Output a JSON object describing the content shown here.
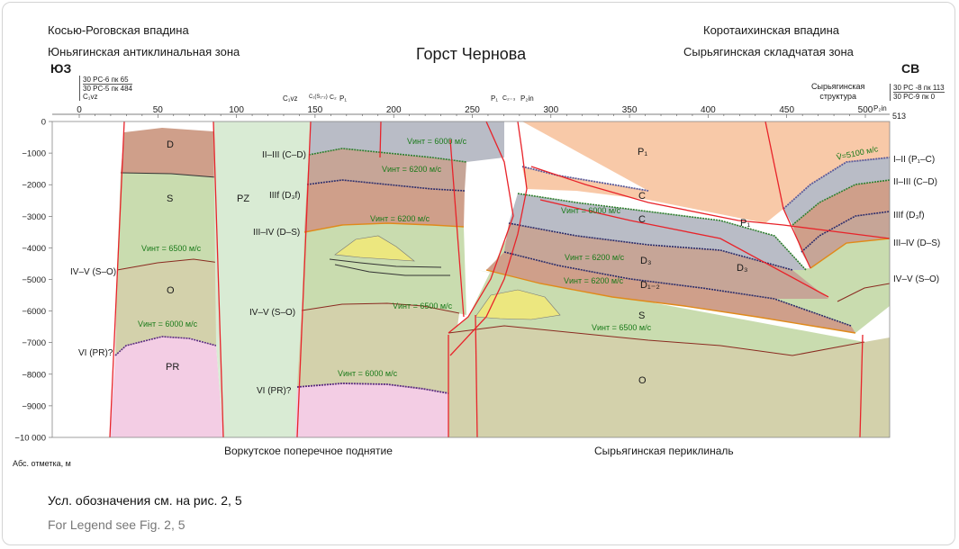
{
  "header": {
    "left_region": "Косью-Роговская впадина",
    "left_zone": "Юньягинская антиклинальная зона",
    "left_dir": "ЮЗ",
    "title": "Горст Чернова",
    "right_region": "Коротаихинская впадина",
    "right_zone": "Сырьягинская складчатая зона",
    "right_dir": "СВ"
  },
  "wells": {
    "left": [
      "30 PC-6 пк 65",
      "30 PC-5 пк 484",
      "C₁vz"
    ],
    "right": [
      "30 PC -8 пк 113",
      "30 PC-9 пк 0",
      "P₂in"
    ],
    "right_end": "513"
  },
  "structure_label": [
    "Сырьягинская",
    "структура"
  ],
  "top_marks": [
    "C₁vz",
    "C₁(S₁-₂)",
    "C₂",
    "P₁",
    "P₁",
    "C₂₋₃",
    "P₂in"
  ],
  "x_ticks": [
    "0",
    "50",
    "100",
    "150",
    "200",
    "250",
    "300",
    "350",
    "400",
    "450",
    "500"
  ],
  "y_ticks": [
    "0",
    "−1000",
    "−2000",
    "−3000",
    "−4000",
    "−5000",
    "−6000",
    "−7000",
    "−8000",
    "−9000",
    "−10 000"
  ],
  "y_axis_label": "Абс. отметка, м",
  "bottom_labels": {
    "left": "Воркутское поперечное поднятие",
    "right": "Сырьягинская периклиналь"
  },
  "horizon_labels": {
    "left_col": [
      "IV–V (S–O)",
      "VI (PR)?"
    ],
    "mid_col": [
      "II–III (C–D)",
      "IIIf (D₃f)",
      "III–IV (D–S)",
      "IV–V (S–O)",
      "VI (PR)?"
    ],
    "right_col": [
      "I–II (P₁–C)",
      "II–III (C–D)",
      "IIIf (D₃f)",
      "III–IV (D–S)",
      "IV–V (S–O)"
    ]
  },
  "unit_labels": {
    "left_block": [
      "D",
      "S",
      "O",
      "PR"
    ],
    "pz": "PZ",
    "right": [
      "P₁",
      "C",
      "C",
      "P₁",
      "D₃",
      "D₃",
      "D₁₋₂",
      "S",
      "O"
    ]
  },
  "velocity_labels": [
    "Vинт = 6500 м/с",
    "Vинт = 6000 м/с",
    "Vинт = 6000 м/с",
    "Vинт = 6200 м/с",
    "Vинт = 6200 м/с",
    "Vинт = 6500 м/с",
    "Vинт = 6000 м/с",
    "Vинт = 6000 м/с",
    "Vинт = 6200 м/с",
    "Vинт = 6200 м/с",
    "Vинт = 6500 м/с",
    "V̄=5100 м/с"
  ],
  "legend": {
    "ru": "Усл. обозначения см. на рис. 2, 5",
    "en": "For Legend see Fig. 2, 5"
  },
  "colors": {
    "P1": "#f8c9a8",
    "C": "#b9bcc6",
    "D3": "#cf9f8a",
    "D3_dark": "#bb8571",
    "S": "#c9dcaf",
    "O": "#d3d1ab",
    "PR": "#f3cde4",
    "PZ": "#d9ebd4",
    "fault": "#e8232a",
    "velocity_text": "#1a7a1a",
    "lens": "#ece77f"
  }
}
